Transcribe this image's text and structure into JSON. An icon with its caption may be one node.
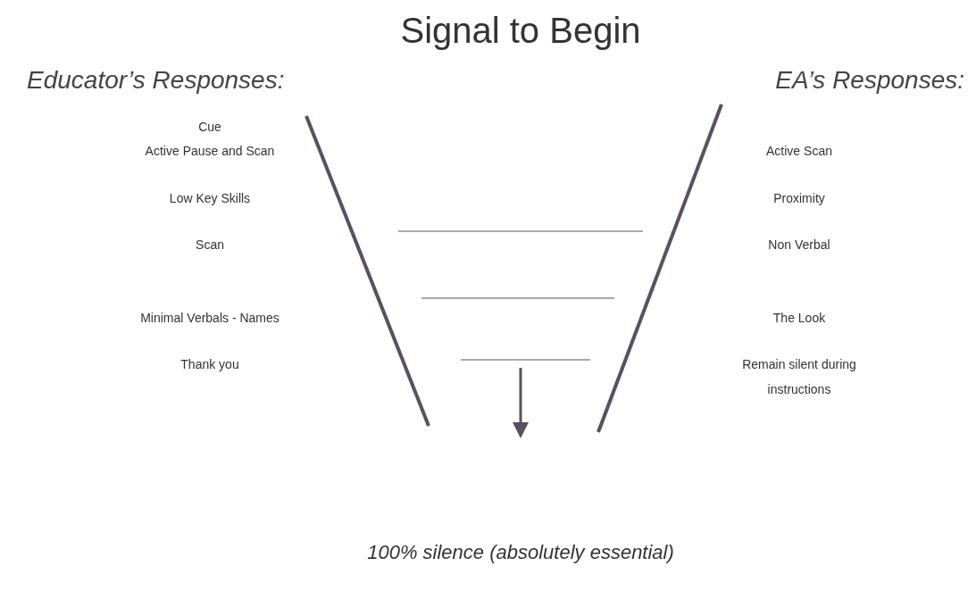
{
  "diagram": {
    "title": "Signal to Begin",
    "caption": "100% silence (absolutely essential)",
    "labels": [
      "Educator’s Responses:",
      "EA’s Responses:",
      "Cue",
      "Active Pause and Scan",
      "Active Scan",
      "Low Key Skills",
      "Proximity",
      "Scan",
      "Non Verbal",
      "Minimal Verbals - Names",
      "The Look",
      "Thank you",
      "Remain silent during instructions"
    ]
  }
}
